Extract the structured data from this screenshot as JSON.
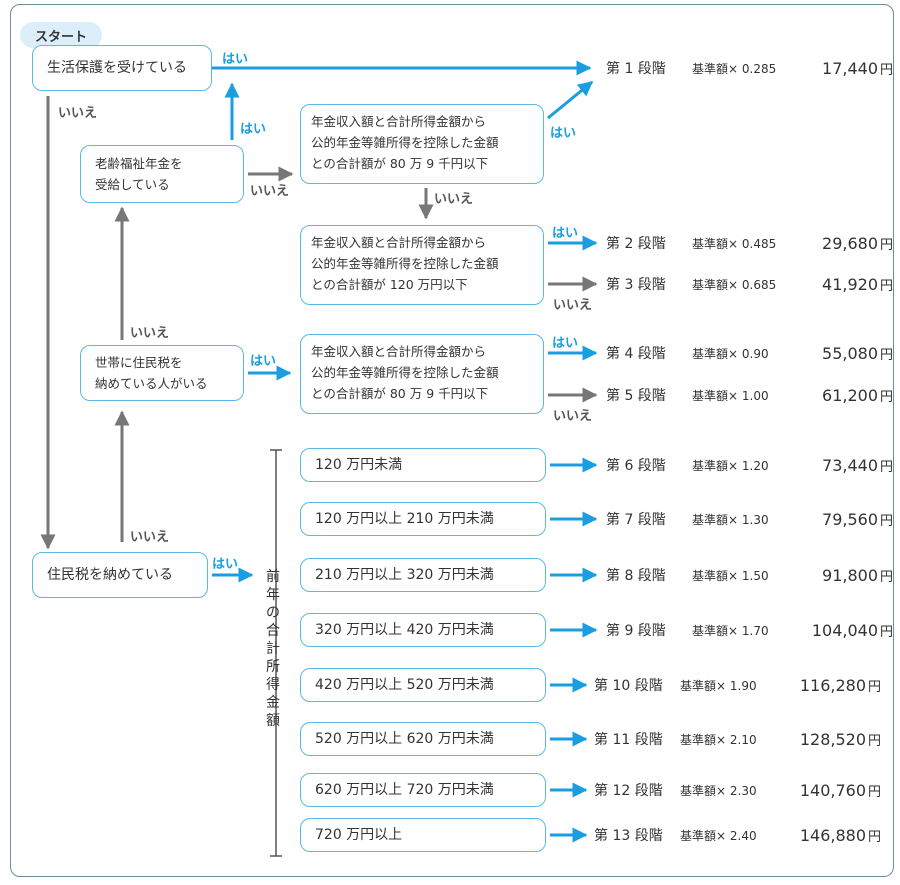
{
  "start_label": "スタート",
  "nodes": {
    "q_welfare": "生活保護を受けている",
    "q_pension": [
      "老齢福祉年金を",
      "受給している"
    ],
    "q_household": [
      "世帯に住民税を",
      "納めている人がいる"
    ],
    "q_resident": "住民税を納めている",
    "c1": [
      "年金収入額と合計所得金額から",
      "公的年金等雑所得を控除した金額",
      "との合計額が 80 万 9 千円以下"
    ],
    "c2": [
      "年金収入額と合計所得金額から",
      "公的年金等雑所得を控除した金額",
      "との合計額が 120 万円以下"
    ],
    "c3": [
      "年金収入額と合計所得金額から",
      "公的年金等雑所得を控除した金額",
      "との合計額が 80 万 9 千円以下"
    ]
  },
  "answers": {
    "yes": "はい",
    "no": "いいえ"
  },
  "income_axis_label": "前年の合計所得金額",
  "income_ranges": [
    "120 万円未満",
    "120 万円以上 210 万円未満",
    "210 万円以上 320 万円未満",
    "320 万円以上 420 万円未満",
    "420 万円以上 520 万円未満",
    "520 万円以上 620 万円未満",
    "620 万円以上 720 万円未満",
    "720 万円以上"
  ],
  "stages": [
    {
      "stage": "第 1 段階",
      "base": "基準額× 0.285",
      "amount": "17,440",
      "unit": "円"
    },
    {
      "stage": "第 2 段階",
      "base": "基準額× 0.485",
      "amount": "29,680",
      "unit": "円"
    },
    {
      "stage": "第 3 段階",
      "base": "基準額× 0.685",
      "amount": "41,920",
      "unit": "円"
    },
    {
      "stage": "第 4 段階",
      "base": "基準額× 0.90",
      "amount": "55,080",
      "unit": "円"
    },
    {
      "stage": "第 5 段階",
      "base": "基準額× 1.00",
      "amount": "61,200",
      "unit": "円"
    },
    {
      "stage": "第 6 段階",
      "base": "基準額× 1.20",
      "amount": "73,440",
      "unit": "円"
    },
    {
      "stage": "第 7 段階",
      "base": "基準額× 1.30",
      "amount": "79,560",
      "unit": "円"
    },
    {
      "stage": "第 8 段階",
      "base": "基準額× 1.50",
      "amount": "91,800",
      "unit": "円"
    },
    {
      "stage": "第 9 段階",
      "base": "基準額× 1.70",
      "amount": "104,040",
      "unit": "円"
    },
    {
      "stage": "第 10 段階",
      "base": "基準額× 1.90",
      "amount": "116,280",
      "unit": "円"
    },
    {
      "stage": "第 11 段階",
      "base": "基準額× 2.10",
      "amount": "128,520",
      "unit": "円"
    },
    {
      "stage": "第 12 段階",
      "base": "基準額× 2.30",
      "amount": "140,760",
      "unit": "円"
    },
    {
      "stage": "第 13 段階",
      "base": "基準額× 2.40",
      "amount": "146,880",
      "unit": "円"
    }
  ],
  "colors": {
    "yes": "#1a9ee0",
    "no": "#777777",
    "box_border": "#5bb8e6",
    "start_bg": "#dbeef9"
  }
}
